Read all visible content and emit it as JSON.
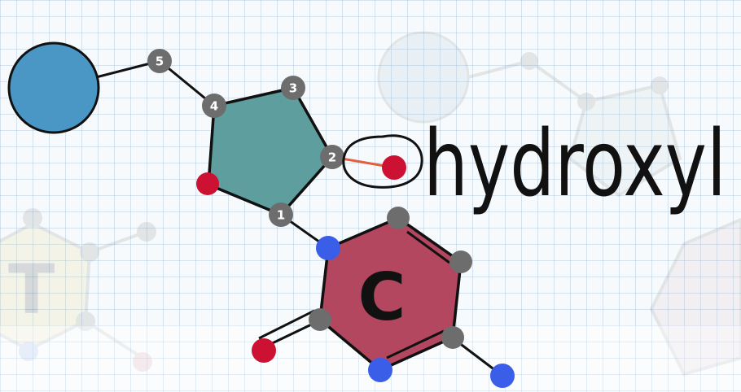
{
  "diagram": {
    "label": "hydroxyl",
    "base_letter": "C",
    "faded_base_letter": "T",
    "carbon_numbers": [
      "1",
      "2",
      "3",
      "4",
      "5"
    ]
  },
  "colors": {
    "phosphate": "#4a96c4",
    "sugar": "#5e9e9e",
    "base": "#b34760",
    "carbon": "#6d6d6d",
    "oxygen": "#cc1133",
    "nitrogen": "#3a5ee8",
    "hydroxyl_bond": "#e06040",
    "ink": "#111111"
  }
}
